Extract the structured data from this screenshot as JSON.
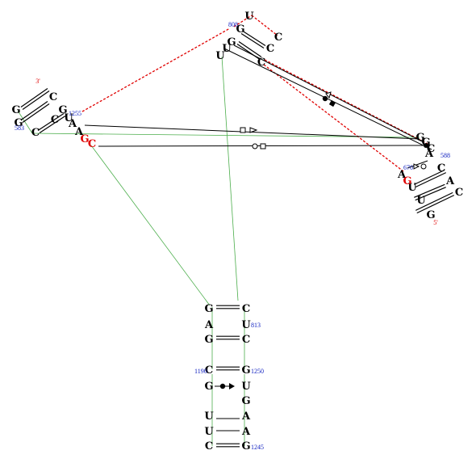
{
  "colors": {
    "base": "#000000",
    "highlight": "#e00000",
    "number": "#1020c0",
    "backbone": "#4cae4c",
    "tertiary_dashed": "#e00000",
    "line": "#000000"
  },
  "strands": {
    "left_helix": {
      "five_prime_marker": "3'",
      "bases": [
        "C",
        "G",
        "C",
        "G",
        "C",
        "G",
        "U",
        "A",
        "A",
        "G",
        "C"
      ],
      "numbers": [
        "583",
        "1255"
      ]
    },
    "top_loop": {
      "bases": [
        "U",
        "G",
        "C",
        "C",
        "G",
        "U",
        "U",
        "C"
      ],
      "numbers": [
        "808"
      ]
    },
    "right_helix": {
      "five_prime_marker": "5'",
      "bases": [
        "G",
        "C",
        "U",
        "U",
        "A",
        "A",
        "G",
        "C",
        "A",
        "C",
        "G",
        "G"
      ],
      "numbers": [
        "588",
        "670"
      ]
    },
    "bottom_helix": {
      "bases_left": [
        "G",
        "A",
        "G",
        "C",
        "G",
        "U",
        "U",
        "C"
      ],
      "bases_right": [
        "C",
        "U",
        "C",
        "G",
        "U",
        "G",
        "A",
        "A",
        "G"
      ],
      "numbers": [
        "813",
        "1190",
        "1250",
        "1245"
      ]
    }
  }
}
